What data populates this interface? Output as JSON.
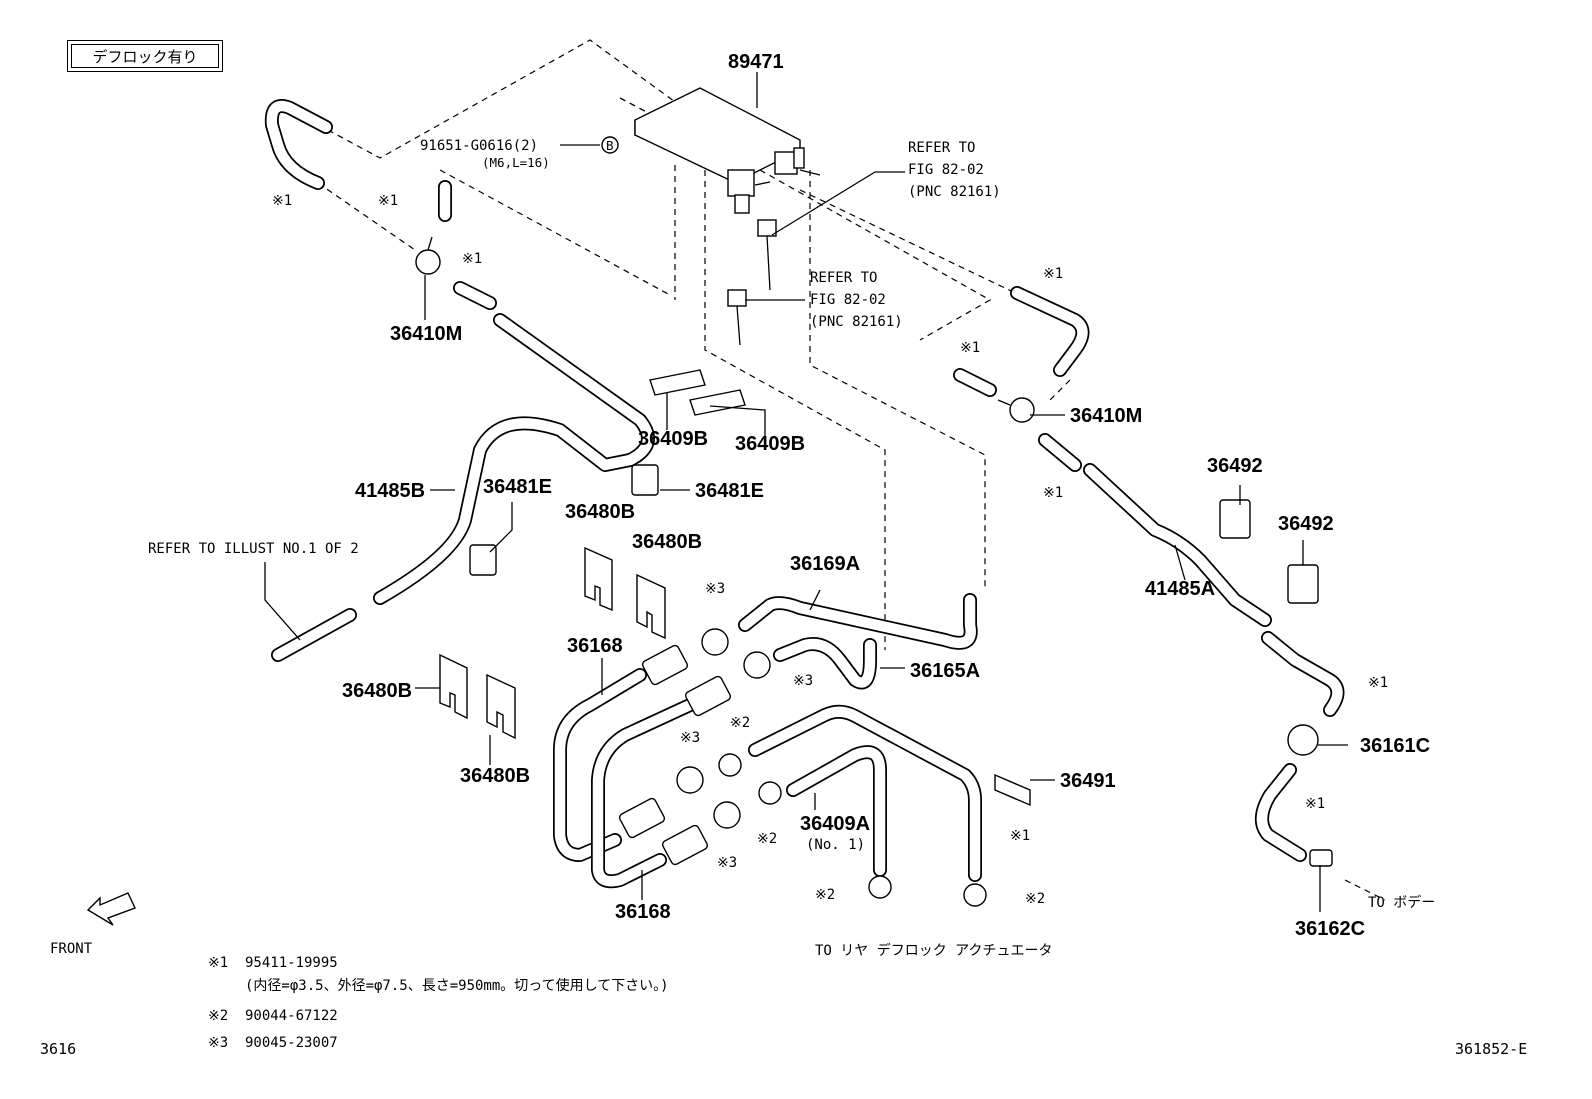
{
  "badge": "デフロック有り",
  "figure_code": "3616",
  "illustration_id": "361852-E",
  "front_label": "FRONT",
  "parts": {
    "p89471": "89471",
    "p91651": "91651-G0616(2)",
    "p91651_sub": "(M6,L=16)",
    "ref_b": "B",
    "ref1_a": "REFER TO",
    "ref1_b": "FIG 82-02",
    "ref1_c": "(PNC 82161)",
    "ref2_a": "REFER TO",
    "ref2_b": "FIG 82-02",
    "ref2_c": "(PNC 82161)",
    "p36410M_left": "36410M",
    "p36410M_right": "36410M",
    "p36409B_a": "36409B",
    "p36409B_b": "36409B",
    "p36481E_a": "36481E",
    "p36481E_b": "36481E",
    "p41485B": "41485B",
    "p41485A": "41485A",
    "p36480B_a": "36480B",
    "p36480B_b": "36480B",
    "p36480B_c": "36480B",
    "p36480B_d": "36480B",
    "p36169A": "36169A",
    "p36165A": "36165A",
    "p36168_a": "36168",
    "p36168_b": "36168",
    "p36409A": "36409A",
    "p36409A_sub": "(No. 1)",
    "p36491": "36491",
    "p36492_a": "36492",
    "p36492_b": "36492",
    "p36161C": "36161C",
    "p36162C": "36162C",
    "refer_illust": "REFER TO ILLUST NO.1 OF 2",
    "to_body": "TO ボデー",
    "to_rear": "TO リヤ デフロック アクチュエータ"
  },
  "marks": {
    "m1": "※1",
    "m2": "※2",
    "m3": "※3"
  },
  "legend": [
    {
      "mark": "※1",
      "part": "95411-19995",
      "note": "(内径=φ3.5、外径=φ7.5、長さ=950mm。切って使用して下さい。)"
    },
    {
      "mark": "※2",
      "part": "90044-67122",
      "note": ""
    },
    {
      "mark": "※3",
      "part": "90045-23007",
      "note": ""
    }
  ]
}
